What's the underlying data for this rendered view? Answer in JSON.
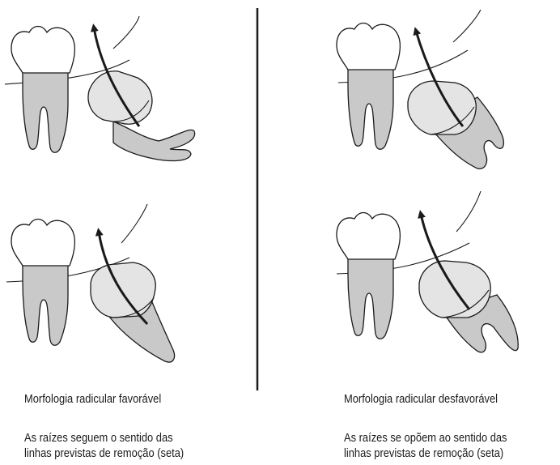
{
  "panels": [
    {
      "id": "favorable",
      "title": "Morfologia radicular favorável",
      "description_lines": [
        "As raízes seguem o sentido das",
        "linhas previstas de remoção (seta)"
      ]
    },
    {
      "id": "unfavorable",
      "title": "Morfologia radicular desfavorável",
      "description_lines": [
        "As raízes se opõem ao sentido das",
        "linhas previstas de remoção (seta)"
      ]
    }
  ],
  "colors": {
    "outline": "#1a1a1a",
    "crown_fill": "#ffffff",
    "root_fill": "#c9c9c9",
    "impacted_crown_fill": "#e4e4e4",
    "impacted_root_fill": "#c9c9c9"
  },
  "icons": [
    "removal-arrow-icon",
    "molar-tooth-icon",
    "impacted-tooth-icon"
  ]
}
